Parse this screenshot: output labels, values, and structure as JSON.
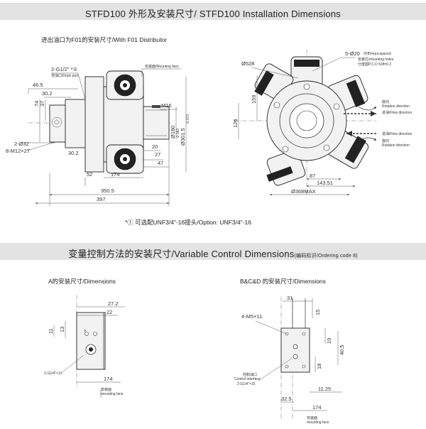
{
  "section1": {
    "title": "STFD100 外形及安装尺寸/ STFD100 Installation Dimensions",
    "subtitle": "进出油口为F01的安装尺寸/With F01 Distributor",
    "note": "*① 可选配UNF3/4\"-16接头/Option: UNF3/4\"-16"
  },
  "side_view": {
    "port_label": "2-G1/2\" *①",
    "drain_label": "泄油口/Drain port",
    "mount_label": "安装面/Mounting face",
    "dims": [
      "46.5",
      "30.2",
      "74",
      "37",
      "2-Ø32",
      "8-M12×27",
      "30.2",
      "52",
      "174",
      "47",
      "27",
      "20",
      "M16",
      "Ø180",
      "Ø301.5",
      "350.5",
      "397"
    ],
    "tol_h8": "-0.063",
    "tol_main": "-0.072"
  },
  "front_view": {
    "holes_label": "5-Ø20",
    "holes_en": "均布/equi-spaced",
    "holes_en2": "安装孔/mounting holes",
    "pcd": "分度圆P.C.D 528±0.2",
    "dims": [
      "Ø528",
      "159",
      "126",
      "87",
      "143.51",
      "Ø368MAX"
    ],
    "rotation1_cn": "旋向",
    "rotation1_en": "Rotation direction",
    "flow1": "进油/Flow direction",
    "flow2": "进油/Flow direction",
    "rotation2_cn": "旋向",
    "rotation2_en": "Rotation direction"
  },
  "section2": {
    "title": "变量控制方法的安装尺寸/Variable Control Dimensions",
    "title_small": "(编码标识/Ordering code 8)",
    "a_title": "A的安装尺寸/Dimensions",
    "bcd_title": "B&C&D 的安装尺寸/Dimensions"
  },
  "view_a": {
    "dims": [
      "27.2",
      "22",
      "13",
      "11",
      "174"
    ],
    "port_label": "2-G1/4\"×13",
    "mount_cn": "安装面",
    "mount_en": "mounting face"
  },
  "view_bcd": {
    "dims": [
      "31",
      "15",
      "4-M5×11",
      "19",
      "40.5",
      "18",
      "11.25",
      "32.5",
      "174"
    ],
    "ctrl_cn": "控制油口",
    "ctrl_en": "Control interface",
    "ctrl_port": "2-G1/4\"×15",
    "mount_cn": "安装面",
    "mount_en": "mounting face"
  }
}
